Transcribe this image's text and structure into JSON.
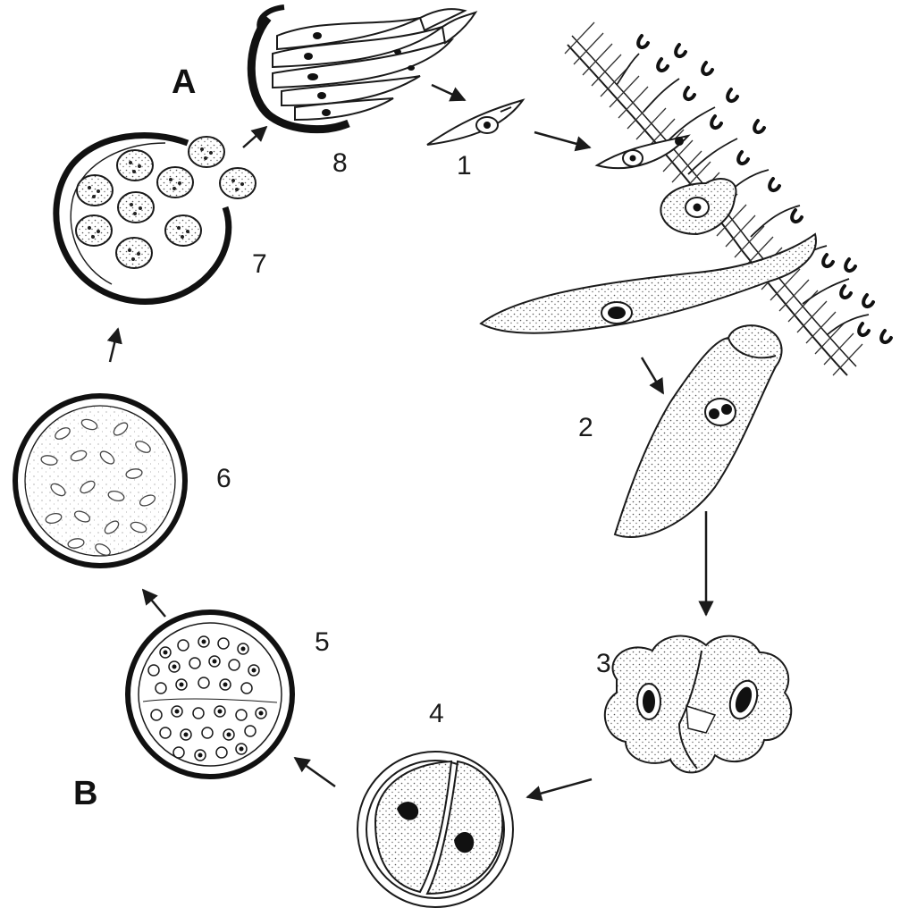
{
  "panel_labels": {
    "a": "A",
    "b": "B"
  },
  "stage_labels": {
    "s1": "1",
    "s2": "2",
    "s3": "3",
    "s4": "4",
    "s5": "5",
    "s6": "6",
    "s7": "7",
    "s8": "8"
  },
  "colors": {
    "ink": "#1a1a1a",
    "background": "#ffffff"
  }
}
